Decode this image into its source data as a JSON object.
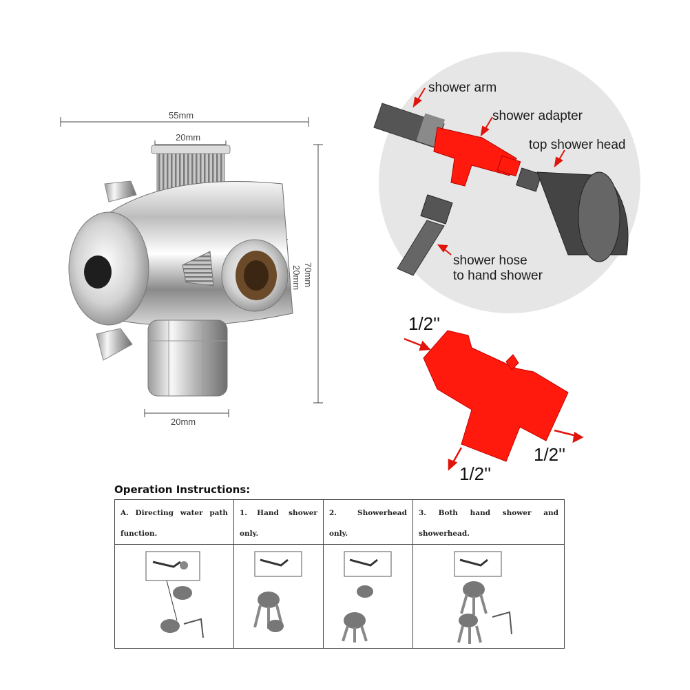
{
  "dimensions": {
    "width_top": "55mm",
    "inlet_top": "20mm",
    "side_outlet": "20mm",
    "height": "70mm",
    "bottom_outlet": "20mm"
  },
  "diagram": {
    "shower_arm": "shower arm",
    "shower_adapter": "shower adapter",
    "top_shower_head": "top shower head",
    "hose_line1": "shower hose",
    "hose_line2": "to hand shower"
  },
  "thread_sizes": {
    "inlet": "1/2''",
    "outlet_bottom": "1/2''",
    "outlet_side": "1/2''"
  },
  "instructions": {
    "title": "Operation Instructions:",
    "columns": [
      {
        "text": "A. Directing water path function."
      },
      {
        "text": "1. Hand shower only."
      },
      {
        "text": "2. Showerhead only."
      },
      {
        "text": "3. Both hand shower and showerhead."
      }
    ]
  },
  "colors": {
    "adapter_red": "#ff1a0d",
    "chrome_light": "#e8e8e8",
    "chrome_dark": "#5a5a5a",
    "circle_bg": "#e6e6e6"
  }
}
